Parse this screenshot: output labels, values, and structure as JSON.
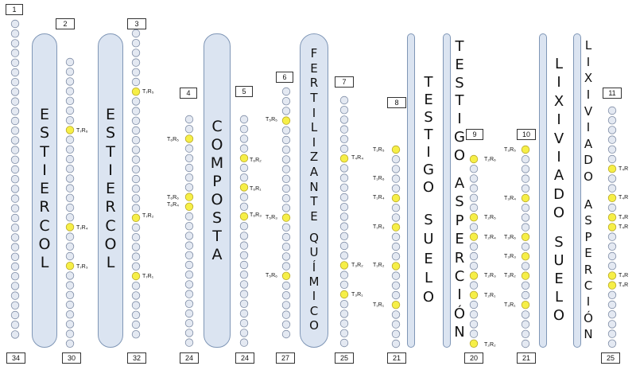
{
  "plot_numbers": [
    "1",
    "2",
    "3",
    "4",
    "5",
    "6",
    "7",
    "8",
    "9",
    "10",
    "11"
  ],
  "bottom_numbers": [
    "34",
    "30",
    "32",
    "24",
    "24",
    "27",
    "25",
    "21",
    "20",
    "21",
    "25"
  ],
  "titles": {
    "estiercol_1": "ESTIERCOL",
    "estiercol_2": "ESTIERCOL",
    "composta": "COMPOSTA",
    "fertilizante_1": "FERTILIZANTE",
    "fertilizante_2": "QUÍMICO",
    "testigo_suelo_1": "TESTIGO",
    "testigo_suelo_2": "SUELO",
    "testigo_aspercion_1": "TESTIGO",
    "testigo_aspercion_2": "ASPERCIÓN",
    "lixiviado_suelo_1": "LIXIVIADO",
    "lixiviado_suelo_2": "SUELO",
    "lixiviado_aspercion_1": "LIXIVIADO",
    "lixiviado_aspercion_2": "ASPERCIÓN"
  },
  "treatment_labels": {
    "c2": [
      "T₇R₆",
      "T₇R₄",
      "T₇R₃"
    ],
    "c3": [
      "T₇R₅",
      "T₇R₂",
      "T₇R₁"
    ],
    "c4": [
      "T₆R₅",
      "T₆R₆",
      "T₆R₄"
    ],
    "c5": [
      "T₆R₂",
      "T₆R₁",
      "T₆R₃"
    ],
    "c6": [
      "T₅R₅",
      "T₅R₃",
      "T₅R₆"
    ],
    "c7": [
      "T₄R₄",
      "T₃R₂",
      "T₃R₁"
    ],
    "c8": [
      "T₁R₅",
      "T₁R₆",
      "T₁R₄",
      "T₁R₃",
      "T₁R₂",
      "T₁R₁"
    ],
    "c9": [
      "T₂R₆",
      "T₂R₅",
      "T₂R₄",
      "T₂R₃",
      "T₂R₁",
      "T₂R₂"
    ],
    "c10": [
      "T₃R₅",
      "T₃R₄",
      "T₃R₆",
      "T₃R₃",
      "T₃R₂",
      "T₃R₁"
    ],
    "c11": [
      "T₄R",
      "T₄R",
      "T₄R",
      "T₄R",
      "T₄R",
      "T₄R"
    ]
  },
  "colors": {
    "circle_fill": "#e4e9f2",
    "circle_stroke": "#7f8da6",
    "highlight_fill": "#f6ef47",
    "highlight_stroke": "#b8a82a",
    "pill_fill": "#dbe4f1"
  }
}
